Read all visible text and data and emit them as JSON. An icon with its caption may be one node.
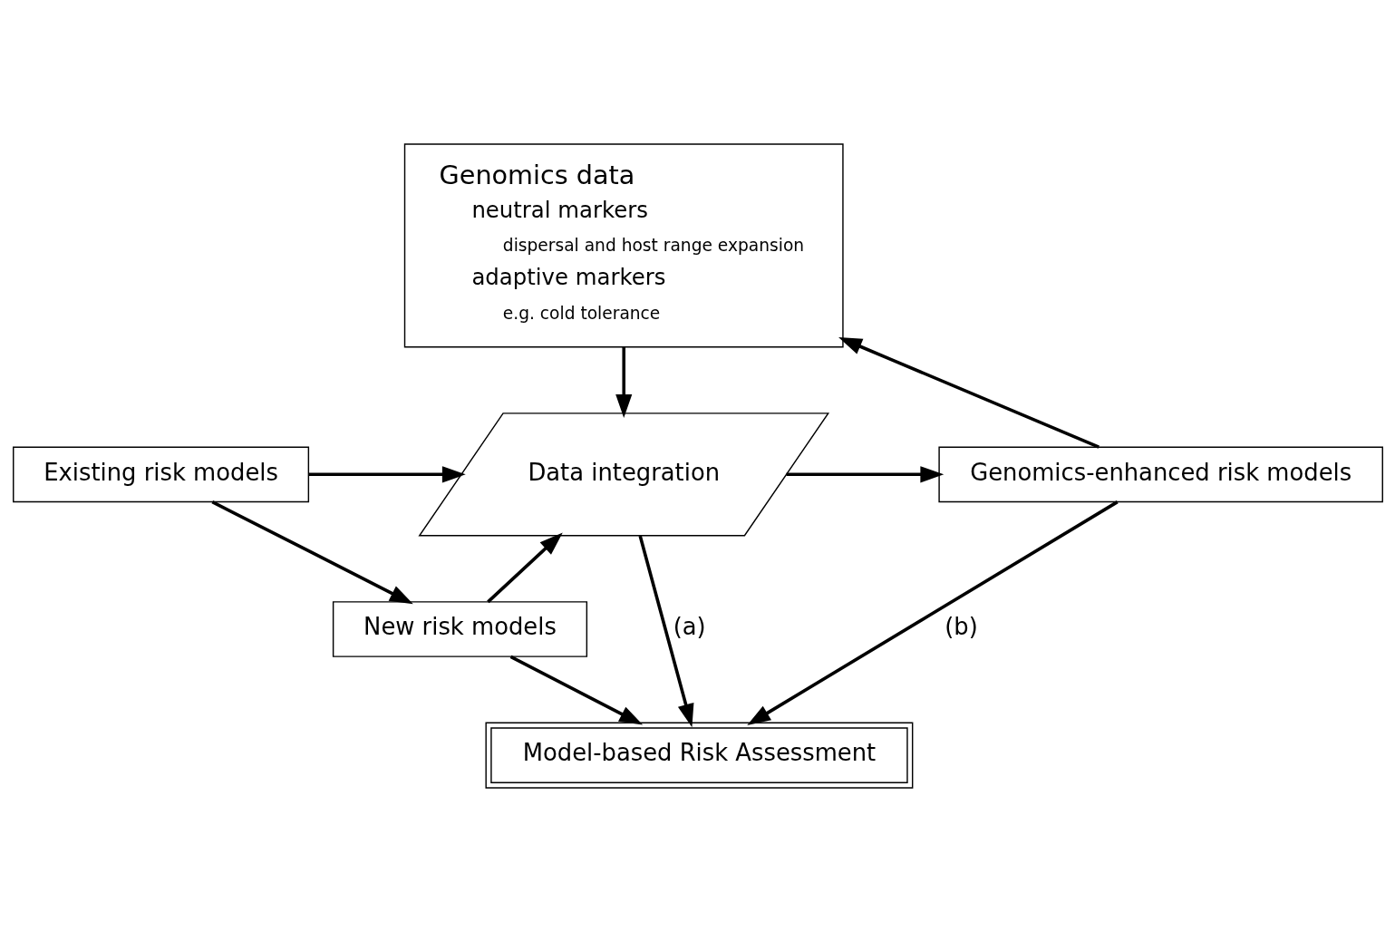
{
  "diagram": {
    "nodes": [
      {
        "text": [
          "Genomics data",
          "neutral markers",
          "dispersal and host range expansion",
          "adaptive markers",
          "e.g. cold tolerance"
        ]
      },
      {
        "text": [
          "Existing risk models"
        ]
      },
      {
        "text": [
          "New risk models"
        ]
      },
      {
        "text": [
          "Data integration"
        ]
      },
      {
        "text": [
          "Genomics-enhanced risk models"
        ]
      },
      {
        "text": [
          "Model-based Risk Assessment"
        ]
      }
    ],
    "edges": [
      {
        "from": 0,
        "to": 3,
        "arrow": "to"
      },
      {
        "from": 1,
        "to": 3,
        "arrow": "to"
      },
      {
        "from": 1,
        "to": 2,
        "arrow": "to"
      },
      {
        "from": 2,
        "to": 3,
        "arrow": "to"
      },
      {
        "from": 3,
        "to": 4,
        "arrow": "to"
      },
      {
        "from": 4,
        "to": 0,
        "arrow": "to"
      },
      {
        "from": 3,
        "to": 5,
        "arrow": "to",
        "label": "(a)"
      },
      {
        "from": 2,
        "to": 5,
        "arrow": "to"
      },
      {
        "from": 4,
        "to": 5,
        "arrow": "to",
        "label": "(b)"
      }
    ]
  }
}
